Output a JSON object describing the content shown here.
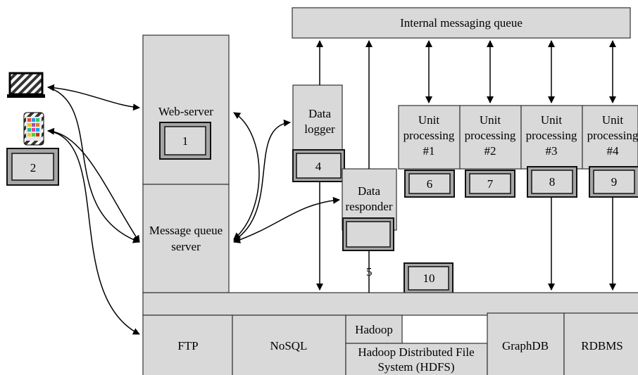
{
  "queue": {
    "label": "Internal messaging queue"
  },
  "web_server": {
    "label": "Web-server",
    "badge": "1"
  },
  "message_queue_server": {
    "line1": "Message queue",
    "line2": "server"
  },
  "mobile_badge": "2",
  "data_logger": {
    "line1": "Data",
    "line2": "logger",
    "badge": "4"
  },
  "data_responder": {
    "line1": "Data",
    "line2": "responder"
  },
  "label_5": "5",
  "badge_10": "10",
  "units": [
    {
      "line1": "Unit",
      "line2": "processing",
      "line3": "#1",
      "badge": "6"
    },
    {
      "line1": "Unit",
      "line2": "processing",
      "line3": "#2",
      "badge": "7"
    },
    {
      "line1": "Unit",
      "line2": "processing",
      "line3": "#3",
      "badge": "8"
    },
    {
      "line1": "Unit",
      "line2": "processing",
      "line3": "#4",
      "badge": "9"
    }
  ],
  "storage": {
    "ftp": "FTP",
    "nosql": "NoSQL",
    "hadoop": "Hadoop",
    "hdfs_line1": "Hadoop Distributed File",
    "hdfs_line2": "System (HDFS)",
    "graphdb": "GraphDB",
    "rdbms": "RDBMS"
  }
}
